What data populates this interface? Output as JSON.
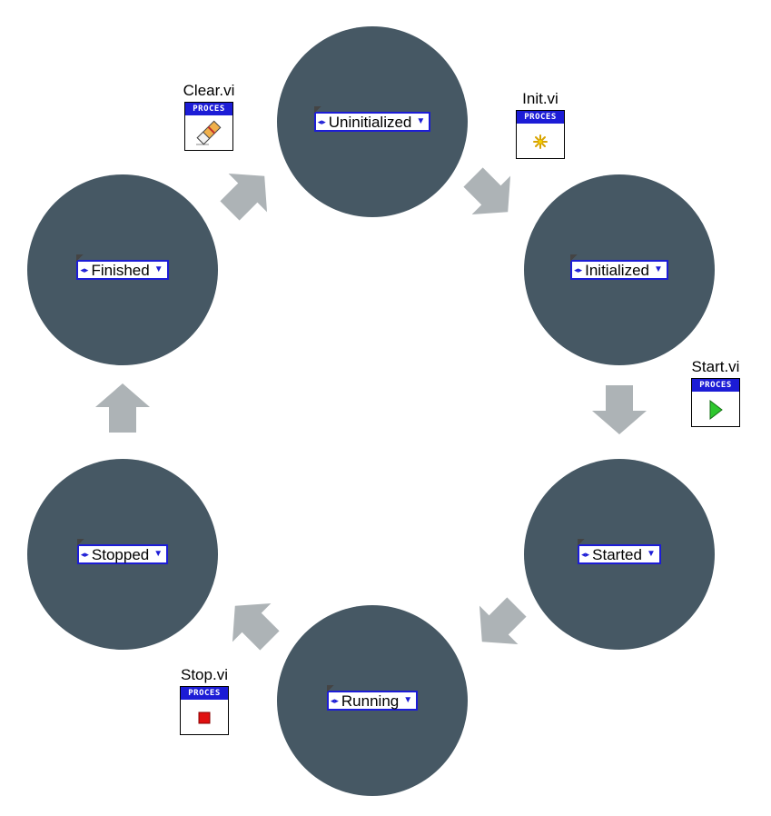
{
  "colors": {
    "state_circle": "#465864",
    "arrow": "#adb3b6",
    "enum_border": "#1c1cd6",
    "vi_band": "#1c1cd6"
  },
  "states": [
    {
      "label": "Uninitialized"
    },
    {
      "label": "Initialized"
    },
    {
      "label": "Started"
    },
    {
      "label": "Running"
    },
    {
      "label": "Stopped"
    },
    {
      "label": "Finished"
    }
  ],
  "vis": [
    {
      "name": "Clear.vi",
      "band": "PROCES",
      "icon": "eraser-icon"
    },
    {
      "name": "Init.vi",
      "band": "PROCES",
      "icon": "asterisk-icon"
    },
    {
      "name": "Start.vi",
      "band": "PROCES",
      "icon": "play-icon"
    },
    {
      "name": "Stop.vi",
      "band": "PROCES",
      "icon": "stop-icon"
    }
  ]
}
